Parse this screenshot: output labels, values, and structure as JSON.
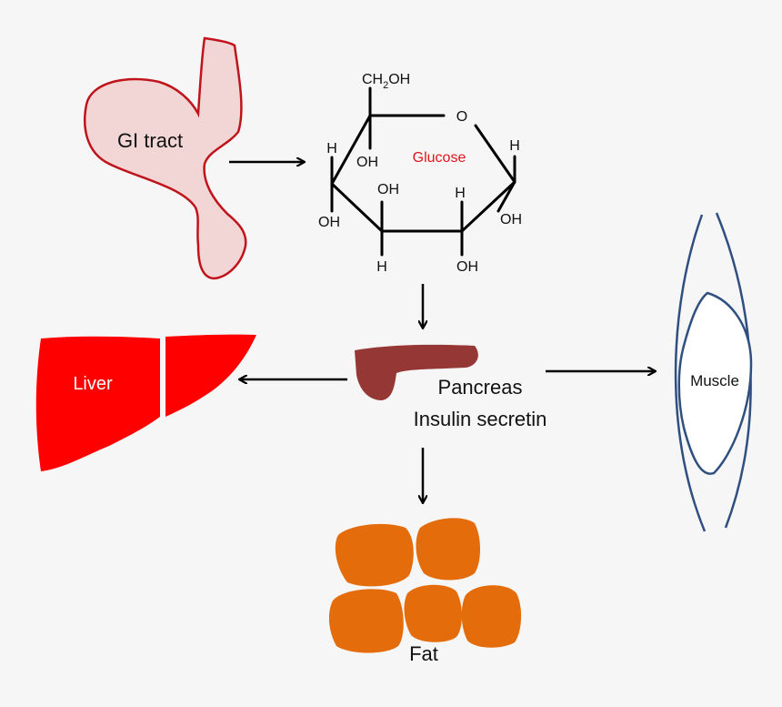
{
  "labels": {
    "gi_tract": "GI tract",
    "glucose": "Glucose",
    "liver": "Liver",
    "pancreas": "Pancreas",
    "insulin": "Insulin secretin",
    "muscle": "Muscle",
    "fat": "Fat"
  },
  "glucose_atoms": {
    "ch2oh_main": "CH",
    "ch2oh_sub": "2",
    "ch2oh_tail": "OH",
    "ring_o": "O",
    "h_left_top": "H",
    "oh_c5": "OH",
    "h_right": "H",
    "oh_c3": "OH",
    "h_c2": "H",
    "oh_left": "OH",
    "oh_right": "OH",
    "h_bottom_left": "H",
    "oh_bottom_right": "OH"
  },
  "colors": {
    "gi_fill": "#f2d6d6",
    "gi_stroke": "#c0141c",
    "glucose_text": "#e0141c",
    "liver": "#ff0000",
    "pancreas": "#953735",
    "muscle_stroke": "#2f4f7f",
    "fat": "#e46c0a"
  }
}
